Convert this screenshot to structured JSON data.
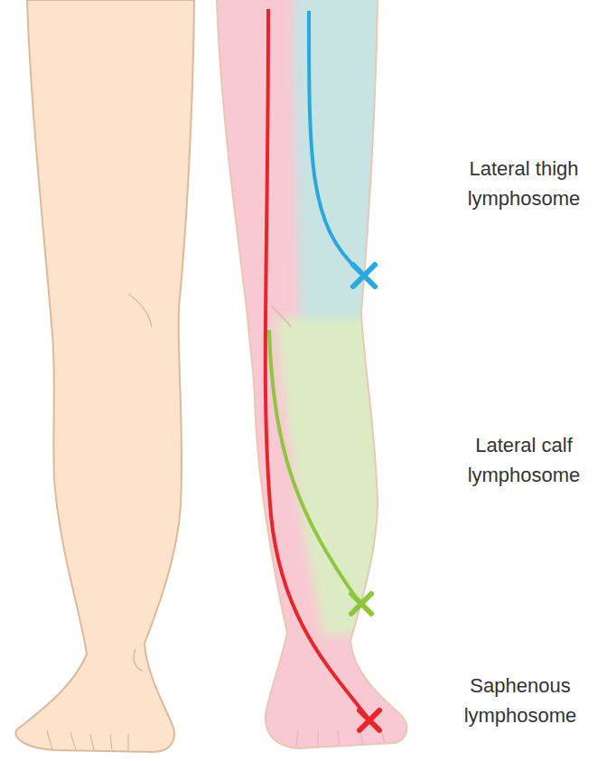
{
  "diagram": {
    "labels": [
      "Lateral thigh lymphosome",
      "Lateral calf lymphosome",
      "Saphenous lymphosome"
    ]
  }
}
